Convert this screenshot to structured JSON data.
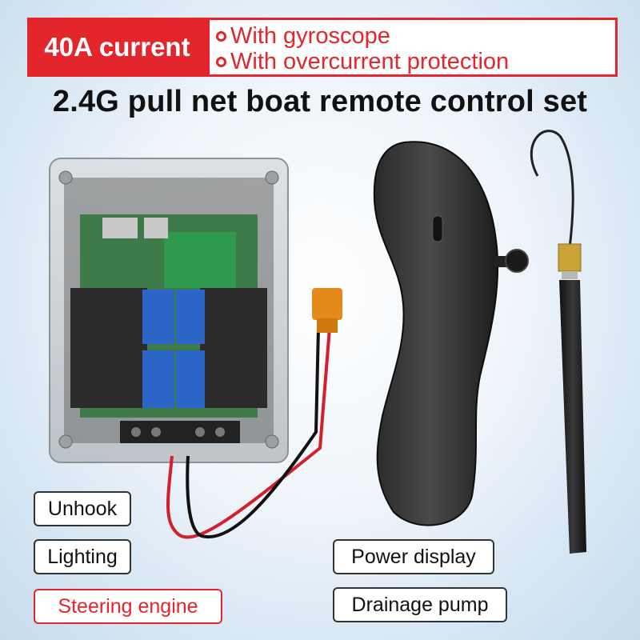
{
  "header": {
    "current_badge": "40A current",
    "features": [
      {
        "text": "With gyroscope"
      },
      {
        "text": "With overcurrent protection"
      }
    ],
    "title": "2.4G pull net boat remote control set"
  },
  "labels": {
    "unhook": "Unhook",
    "lighting": "Lighting",
    "steering": "Steering engine",
    "power_display": "Power display",
    "drainage_pump": "Drainage pump"
  },
  "colors": {
    "accent_red": "#e3262b",
    "label_border": "#333333"
  }
}
